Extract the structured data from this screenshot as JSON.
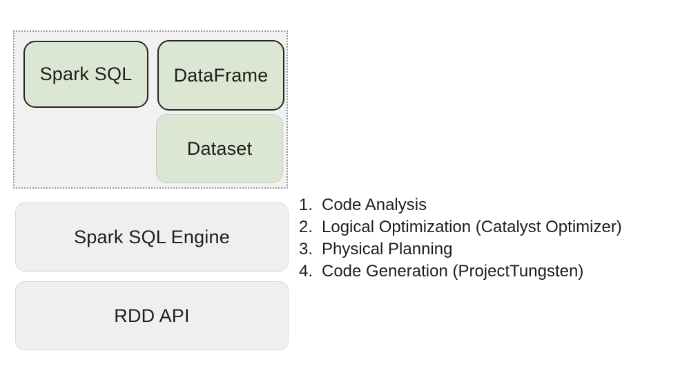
{
  "diagram": {
    "spark_sql": {
      "label": "Spark SQL"
    },
    "dataframe": {
      "label": "DataFrame"
    },
    "dataset": {
      "label": "Dataset"
    },
    "engine": {
      "label": "Spark SQL Engine"
    },
    "rdd_api": {
      "label": "RDD API"
    }
  },
  "steps": {
    "items": [
      {
        "number": "1.",
        "label": "Code Analysis"
      },
      {
        "number": "2.",
        "label": "Logical Optimization (Catalyst Optimizer)"
      },
      {
        "number": "3.",
        "label": "Physical Planning"
      },
      {
        "number": "4.",
        "label": "Code Generation (ProjectTungsten)"
      }
    ]
  },
  "colors": {
    "green_box_fill": "#dbe7d2",
    "green_box_border_dark": "#262626",
    "green_box_border_light": "#c6ccc0",
    "panel_fill": "#f1f1f1",
    "panel_dotted_border": "#9b9b9b",
    "gray_box_fill": "#efefef",
    "gray_box_border": "#d9d9d9",
    "text": "#1d1d1d",
    "background": "#ffffff"
  }
}
